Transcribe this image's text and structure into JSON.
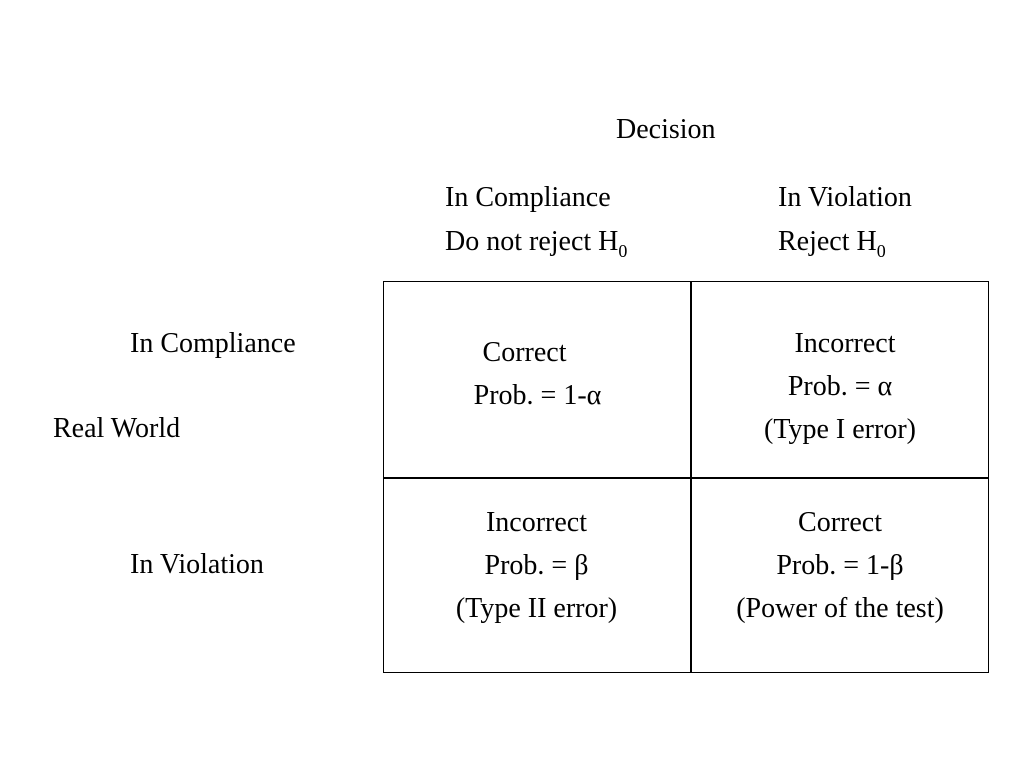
{
  "decision_label": "Decision",
  "columns": [
    {
      "line1": "In Compliance",
      "line2": "Do not reject H",
      "line2_sub": "0"
    },
    {
      "line1": "In Violation",
      "line2": "Reject H",
      "line2_sub": "0"
    }
  ],
  "real_world_label": "Real World",
  "rows": [
    {
      "label": "In Compliance"
    },
    {
      "label": "In Violation"
    }
  ],
  "cells": {
    "r1c1": {
      "line1": "Correct",
      "line2": "Prob.  = 1-α"
    },
    "r1c2": {
      "line1": "Incorrect",
      "line2": "Prob. = α",
      "line3": "(Type I error)"
    },
    "r2c1": {
      "line1": "Incorrect",
      "line2": "Prob. = β",
      "line3": "(Type II error)"
    },
    "r2c2": {
      "line1": "Correct",
      "line2": "Prob.  = 1-β",
      "line3": "(Power of the test)"
    }
  }
}
